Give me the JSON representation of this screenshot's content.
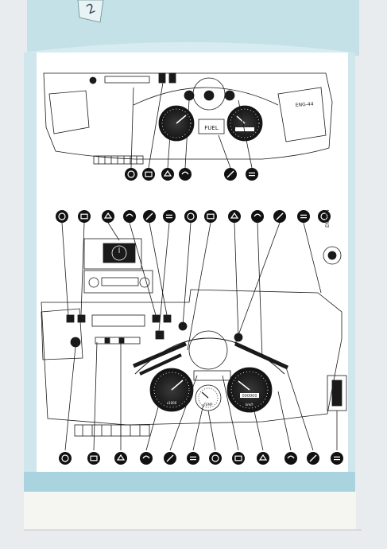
{
  "tab_number": "2",
  "figure_codes": {
    "top": "ENG-44",
    "bottom": "ENG-44"
  },
  "gauge_text": {
    "rpm_label": "x1000",
    "fuel_label": "FUEL",
    "speed_label": "km/h",
    "temp_label": "TEMP",
    "mileage_top": "000000",
    "mileage_bottom": "000000"
  },
  "icon_rows": {
    "top": [
      "fan-icon",
      "hand-brake-icon",
      "door-icon",
      "rear-wiper-icon",
      "washer-icon",
      "wiper-icon"
    ],
    "middle": [
      "rear-fog-icon",
      "hazard-icon",
      "clock-icon",
      "oil-icon",
      "battery-icon",
      "rear-window-heat-icon",
      "choke-icon",
      "rear-wiper-icon",
      "turn-signal-icon",
      "wiper-icon",
      "headlight-icon",
      "lights-icon",
      "horn-icon"
    ],
    "bottom": [
      "seat-heat-icon",
      "ventilation-icon",
      "fan-icon",
      "speed-icon",
      "high-beam-icon",
      "door-icon",
      "fuel-icon",
      "brake-icon",
      "washer-icon",
      "fog-icon",
      "horn-icon",
      "heater-icon"
    ]
  },
  "colors": {
    "page": "#ffffff",
    "tab": "#b9dbe3",
    "band": "#cfe6ec",
    "background": "#e9ecee",
    "ink": "#1a1a1a"
  }
}
